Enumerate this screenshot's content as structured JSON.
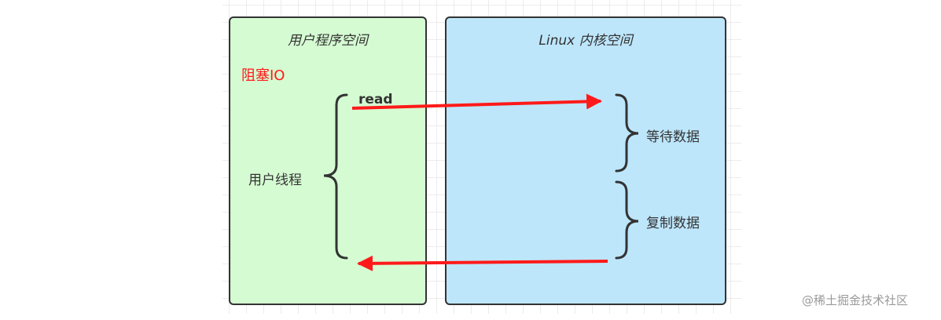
{
  "diagram": {
    "user_space_title": "用户程序空间",
    "kernel_space_title": "Linux 内核空间",
    "blocking_io_label": "阻塞IO",
    "read_label": "read",
    "user_thread_label": "用户线程",
    "wait_data_label": "等待数据",
    "copy_data_label": "复制数据"
  },
  "watermark": "@稀土掘金技术社区",
  "colors": {
    "user_space_fill": "#d5fbd2",
    "kernel_space_fill": "#bde6fb",
    "arrow": "#ff1a1a",
    "blocking_label": "#ff1a1a",
    "border": "#333333"
  }
}
